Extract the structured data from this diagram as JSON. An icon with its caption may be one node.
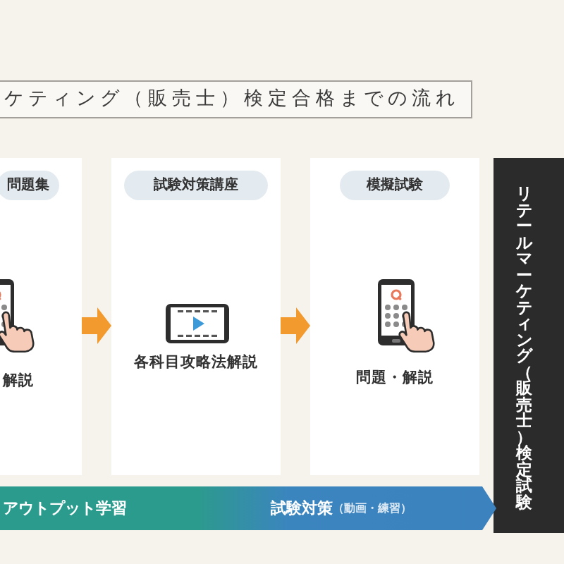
{
  "diagram": {
    "title": "ケティング（販売士）検定合格までの流れ",
    "nodes": [
      {
        "text": [
          "解説"
        ]
      },
      {
        "text": [
          "問題集"
        ],
        "in": 0
      },
      {
        "text": [
          "各科目攻略法解説"
        ]
      },
      {
        "text": [
          "試験対策講座"
        ],
        "in": 2
      },
      {
        "text": [
          "問題・解説"
        ]
      },
      {
        "text": [
          "模擬試験"
        ],
        "in": 4
      },
      {
        "text": [
          "リテールマーケティング（販売士）検定試験"
        ]
      },
      {
        "text": [
          "アウトプット学習"
        ]
      },
      {
        "text": [
          "試験対策",
          "（動画・練習）"
        ]
      }
    ],
    "edges": [
      {
        "from": 0,
        "to": 2,
        "arrow": "to"
      },
      {
        "from": 2,
        "to": 4,
        "arrow": "to"
      }
    ]
  }
}
